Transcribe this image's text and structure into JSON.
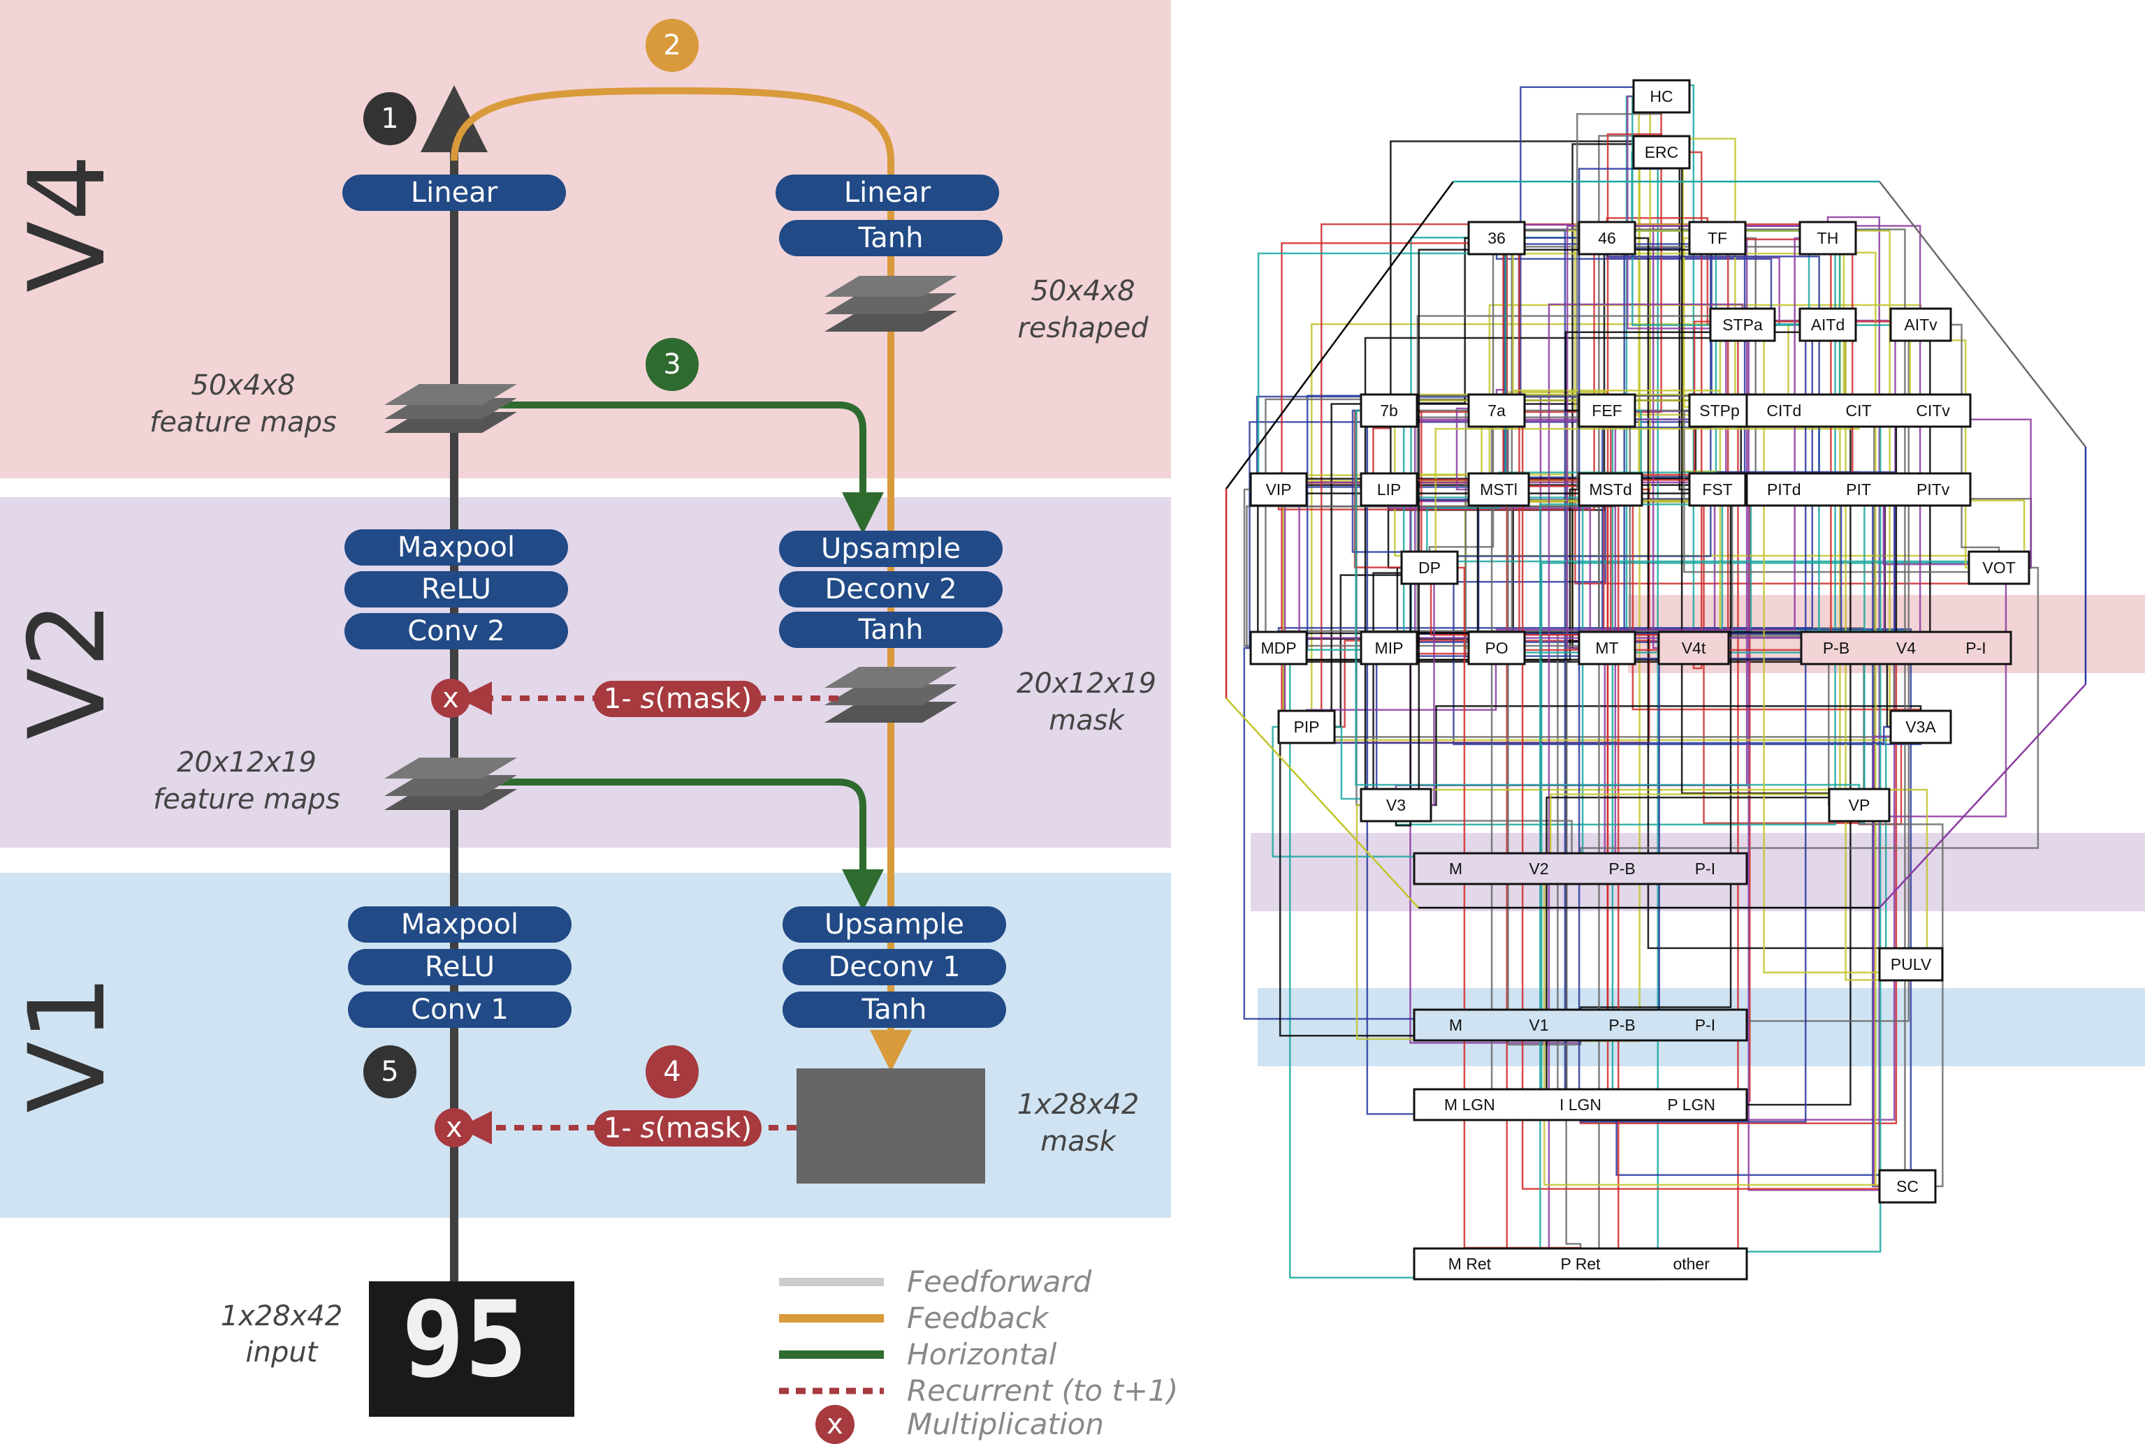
{
  "left": {
    "bands": [
      {
        "id": "v4",
        "label": "V4",
        "color": "#f2d4d6"
      },
      {
        "id": "v2",
        "label": "V2",
        "color": "#e3d7ea"
      },
      {
        "id": "v1",
        "label": "V1",
        "color": "#cfe3f2"
      }
    ],
    "pills": {
      "v4_ff_linear": "Linear",
      "v4_fb_linear": "Linear",
      "v4_fb_tanh": "Tanh",
      "v2_maxpool": "Maxpool",
      "v2_relu": "ReLU",
      "v2_conv": "Conv 2",
      "v2_upsample": "Upsample",
      "v2_deconv": "Deconv 2",
      "v2_tanh": "Tanh",
      "v1_maxpool": "Maxpool",
      "v1_relu": "ReLU",
      "v1_conv": "Conv 1",
      "v1_upsample": "Upsample",
      "v1_deconv": "Deconv 1",
      "v1_tanh": "Tanh"
    },
    "annotations": {
      "v4_fm_dims": "50x4x8",
      "v4_fm_label": "feature maps",
      "v4_reshaped_dims": "50x4x8",
      "v4_reshaped_label": "reshaped",
      "v2_fm_dims": "20x12x19",
      "v2_fm_label": "feature maps",
      "v2_mask_dims": "20x12x19",
      "v2_mask_label": "mask",
      "v1_mask_dims": "1x28x42",
      "v1_mask_label": "mask",
      "input_dims": "1x28x42",
      "input_label": "input",
      "input_digits": "95"
    },
    "steps": [
      "1",
      "2",
      "3",
      "4",
      "5"
    ],
    "mask_pill": {
      "prefix": "1- ",
      "s": "s",
      "suffix": "(mask)"
    },
    "multiply_symbol": "x",
    "legend": [
      {
        "label": "Feedforward",
        "style": "feedforward",
        "color": "#cccccc"
      },
      {
        "label": "Feedback",
        "style": "feedback",
        "color": "#d99a3b"
      },
      {
        "label": "Horizontal",
        "style": "horizontal",
        "color": "#2f6b2f"
      },
      {
        "label": "Recurrent (to t+1)",
        "style": "recurrent",
        "color": "#a63a3f"
      },
      {
        "label": "Multiplication",
        "style": "multiplication",
        "color": "#a63a3f"
      }
    ],
    "colors": {
      "pill": "#214a86",
      "feedforward": "#404040",
      "feedback": "#d99a3b",
      "horizontal": "#2f6b2f",
      "recurrent": "#a63a3f",
      "step_dark": "#333333",
      "step_orange": "#d99a3b",
      "step_green": "#2f6b2f",
      "step_red": "#a63a3f"
    }
  },
  "right": {
    "highlight_colors": {
      "v4": "#f2d4d6",
      "v2": "#e3d7ea",
      "v1": "#cfe3f2"
    },
    "boxes": [
      {
        "id": "HC",
        "label": "HC"
      },
      {
        "id": "ERC",
        "label": "ERC"
      },
      {
        "id": "36",
        "label": "36"
      },
      {
        "id": "46",
        "label": "46"
      },
      {
        "id": "TF",
        "label": "TF"
      },
      {
        "id": "TH",
        "label": "TH"
      },
      {
        "id": "STPa",
        "label": "STPa"
      },
      {
        "id": "AITd",
        "label": "AITd"
      },
      {
        "id": "AITv",
        "label": "AITv"
      },
      {
        "id": "7b",
        "label": "7b"
      },
      {
        "id": "7a",
        "label": "7a"
      },
      {
        "id": "FEF",
        "label": "FEF"
      },
      {
        "id": "STPp",
        "label": "STPp"
      },
      {
        "id": "VIP",
        "label": "VIP"
      },
      {
        "id": "LIP",
        "label": "LIP"
      },
      {
        "id": "MSTl",
        "label": "MSTl"
      },
      {
        "id": "MSTd",
        "label": "MSTd"
      },
      {
        "id": "FST",
        "label": "FST"
      },
      {
        "id": "DP",
        "label": "DP"
      },
      {
        "id": "VOT",
        "label": "VOT"
      },
      {
        "id": "MDP",
        "label": "MDP"
      },
      {
        "id": "MIP",
        "label": "MIP"
      },
      {
        "id": "PO",
        "label": "PO"
      },
      {
        "id": "MT",
        "label": "MT"
      },
      {
        "id": "V4t",
        "label": "V4t"
      },
      {
        "id": "PIP",
        "label": "PIP"
      },
      {
        "id": "V3A",
        "label": "V3A"
      },
      {
        "id": "V3",
        "label": "V3"
      },
      {
        "id": "VP",
        "label": "VP"
      },
      {
        "id": "PULV",
        "label": "PULV"
      },
      {
        "id": "SC",
        "label": "SC"
      }
    ],
    "groups": [
      {
        "id": "CIT",
        "labels": [
          "CITd",
          "CIT",
          "CITv"
        ]
      },
      {
        "id": "PIT",
        "labels": [
          "PITd",
          "PIT",
          "PITv"
        ]
      },
      {
        "id": "V4",
        "labels": [
          "P-B",
          "V4",
          "P-I"
        ]
      },
      {
        "id": "V2",
        "labels": [
          "M",
          "V2",
          "P-B",
          "P-I"
        ]
      },
      {
        "id": "V1",
        "labels": [
          "M",
          "V1",
          "P-B",
          "P-I"
        ]
      },
      {
        "id": "LGN",
        "labels": [
          "M LGN",
          "I LGN",
          "P LGN"
        ]
      },
      {
        "id": "Ret",
        "labels": [
          "M Ret",
          "P Ret",
          "other"
        ]
      }
    ],
    "line_colors": [
      "#000000",
      "#d12b2b",
      "#2a3b9e",
      "#1aa7a0",
      "#c2c42a",
      "#8a3aa0",
      "#6a6a6a"
    ]
  }
}
